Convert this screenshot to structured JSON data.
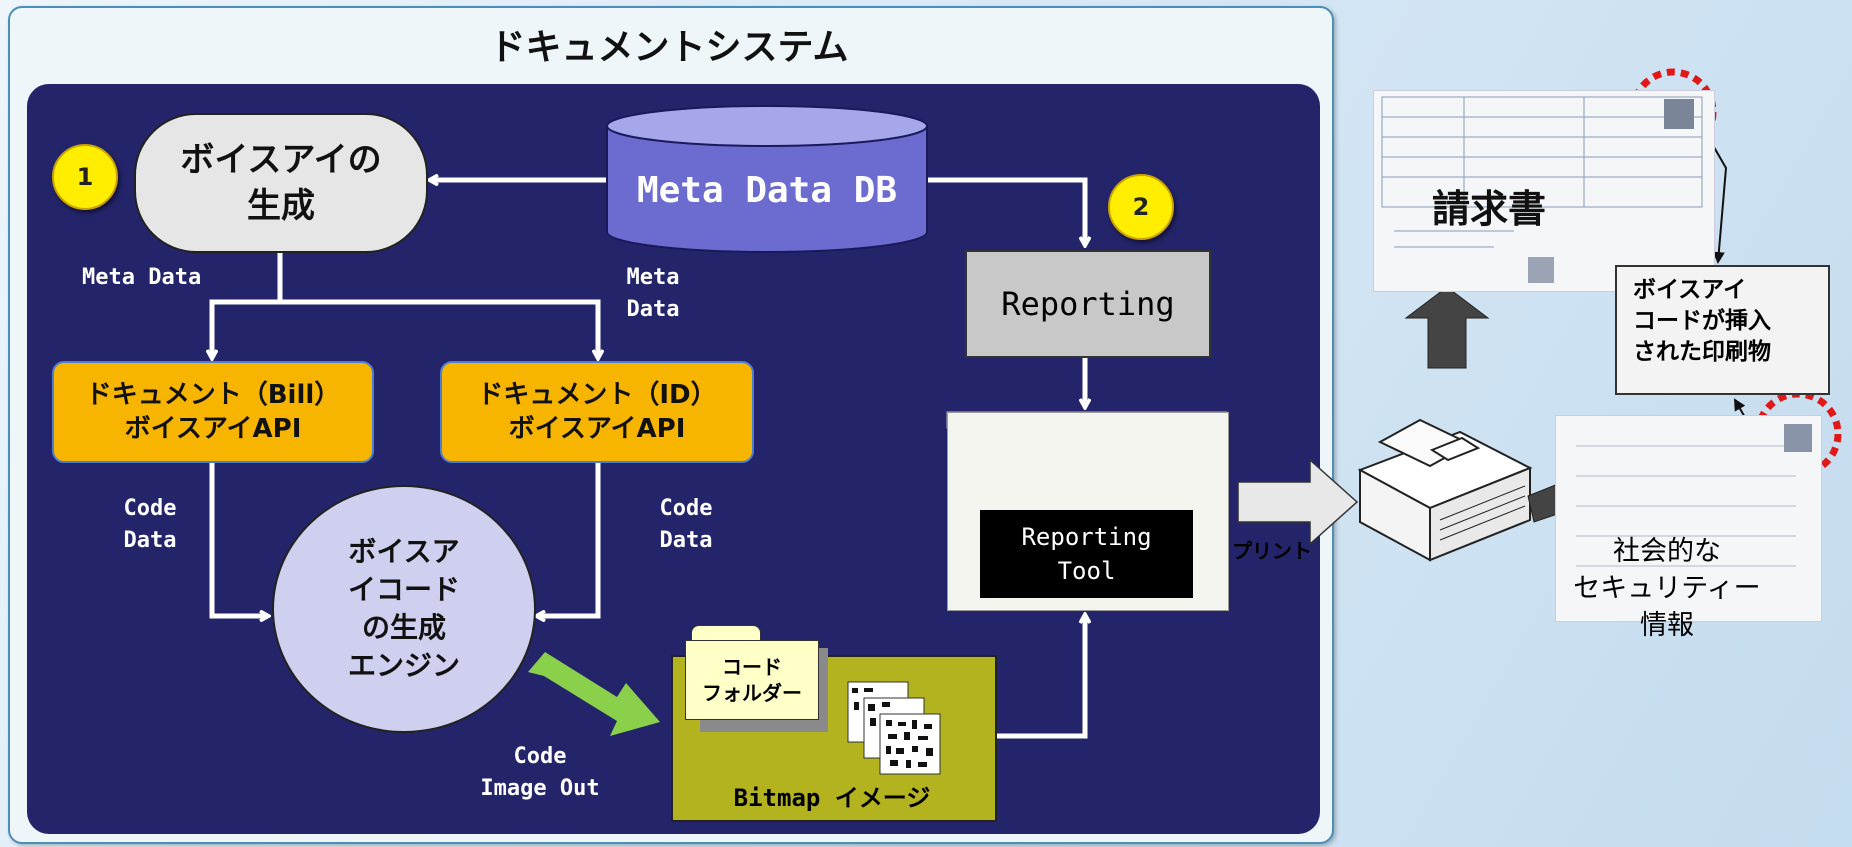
{
  "title": "ドキュメントシステム",
  "badges": {
    "one": "1",
    "two": "2"
  },
  "nodes": {
    "generation": [
      "ボイスアイの",
      "生成"
    ],
    "meta_db": "Meta Data DB",
    "api_bill": [
      "ドキュメント（Bill）",
      "ボイスアイAPI"
    ],
    "api_id": [
      "ドキュメント（ID）",
      "ボイスアイAPI"
    ],
    "engine": [
      "ボイスア",
      "イコード",
      "の生成",
      "エンジン"
    ],
    "reporting": "Reporting",
    "reporting_tool": [
      "Reporting",
      "Tool"
    ],
    "folder": [
      "コード",
      "フォルダー"
    ],
    "bitmap": "Bitmap イメージ"
  },
  "edge_labels": {
    "meta_data_left": "Meta Data",
    "meta_data_right": [
      "Meta",
      "Data"
    ],
    "code_data_left": [
      "Code",
      "Data"
    ],
    "code_data_right": [
      "Code",
      "Data"
    ],
    "code_image_out": [
      "Code",
      "Image Out"
    ],
    "print": "プリント"
  },
  "right_panel": {
    "bill": "請求書",
    "note": [
      "ボイスアイ",
      "コードが挿入",
      "された印刷物"
    ],
    "security": [
      "社会的な",
      "セキュリティー",
      "情報"
    ]
  },
  "colors": {
    "inner_bg": "#24246b",
    "api": "#f7b500",
    "engine": "#cfd0ef",
    "db": "#6c6cd0",
    "bitmap": "#b3b21f",
    "badge": "#ffee00",
    "arrow_green": "#8bd04a"
  }
}
